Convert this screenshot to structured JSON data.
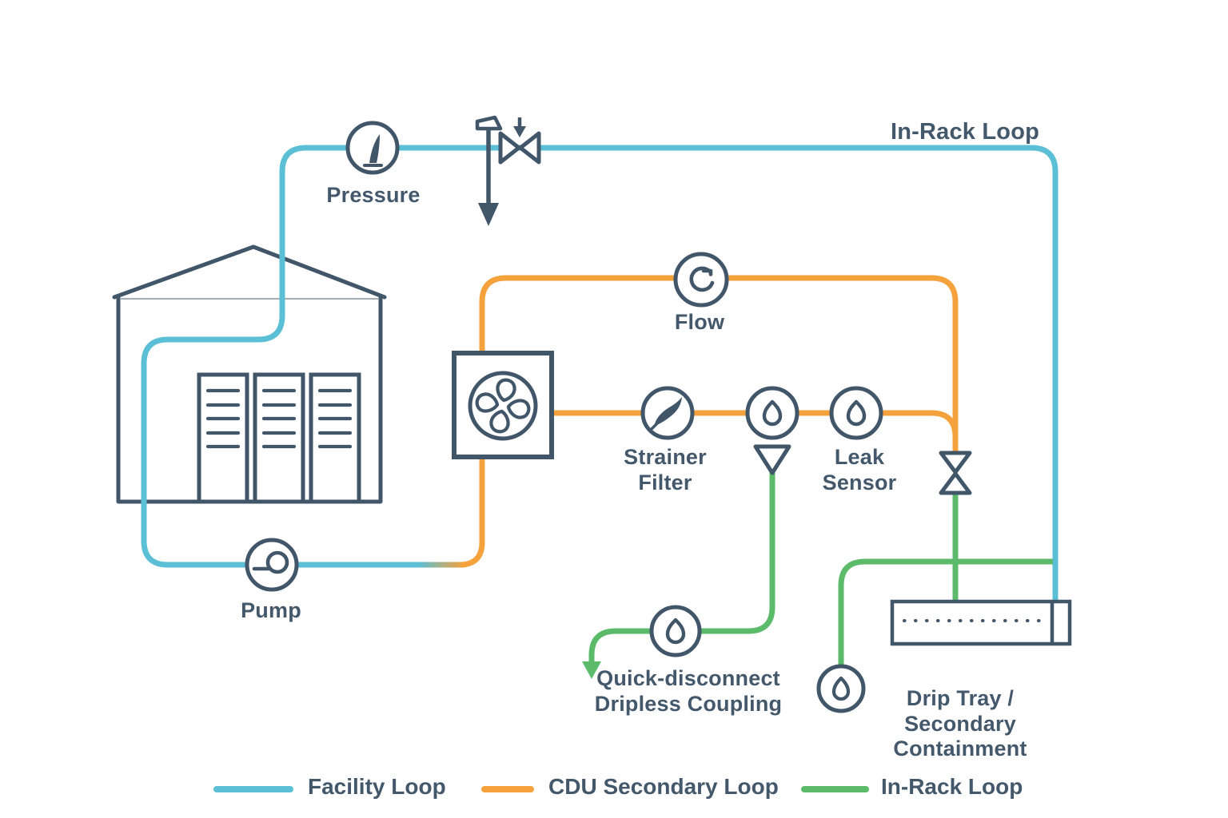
{
  "colors": {
    "facility_loop": "#5bbfd5",
    "cdu_secondary_loop": "#f5a23c",
    "in_rack_loop": "#5bbb6a",
    "outline": "#42566a",
    "text": "#44586c"
  },
  "nodes": {
    "pressure": {
      "label": "Pressure"
    },
    "in_rack_loop_top": {
      "label": "In-Rack Loop"
    },
    "flow": {
      "label": "Flow"
    },
    "strainer_filter": {
      "line1": "Strainer",
      "line2": "Filter"
    },
    "leak_sensor": {
      "line1": "Leak",
      "line2": "Sensor"
    },
    "pump": {
      "label": "Pump"
    },
    "quick_disconnect": {
      "line1": "Quick-disconnect",
      "line2": "Dripless Coupling"
    },
    "drip_tray": {
      "line1": "Drip Tray /",
      "line2": "Secondary",
      "line3": "Containment"
    }
  },
  "legend": {
    "items": [
      {
        "label": "Facility Loop",
        "color": "#5bbfd5"
      },
      {
        "label": "CDU Secondary Loop",
        "color": "#f5a23c"
      },
      {
        "label": "In-Rack Loop",
        "color": "#5bbb6a"
      }
    ]
  }
}
